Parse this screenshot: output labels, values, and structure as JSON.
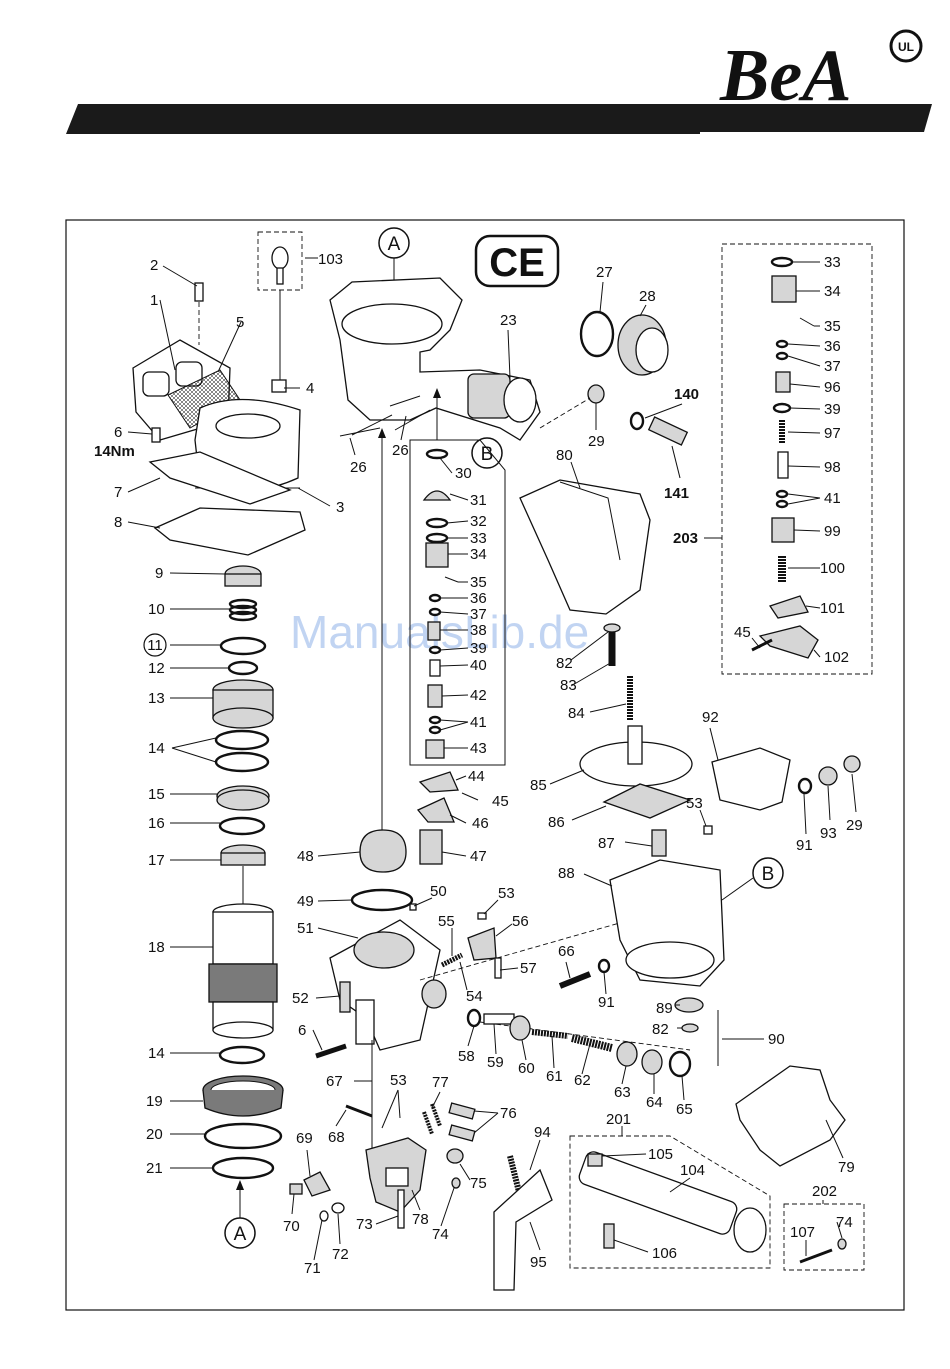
{
  "brand": {
    "logo_text": "BeA",
    "badge": "UL"
  },
  "watermark": "ManualsLib.de",
  "markers": {
    "a": "A",
    "b": "B",
    "ce": "CE"
  },
  "torque_note": "14Nm",
  "part_labels": {
    "p1": "1",
    "p2": "2",
    "p3": "3",
    "p4": "4",
    "p5": "5",
    "p6": "6",
    "p6b": "6",
    "p7": "7",
    "p8": "8",
    "p9": "9",
    "p10": "10",
    "p11": "11",
    "p12": "12",
    "p13": "13",
    "p14a": "14",
    "p14b": "14",
    "p15": "15",
    "p16": "16",
    "p17": "17",
    "p18": "18",
    "p19": "19",
    "p20": "20",
    "p21": "21",
    "p23": "23",
    "p26a": "26",
    "p26b": "26",
    "p27": "27",
    "p28": "28",
    "p29a": "29",
    "p29b": "29",
    "p30": "30",
    "p31": "31",
    "p32": "32",
    "p33a": "33",
    "p34a": "34",
    "p35a": "35",
    "p36a": "36",
    "p37a": "37",
    "p38": "38",
    "p39a": "39",
    "p40": "40",
    "p41a": "41",
    "p42": "42",
    "p43": "43",
    "p44": "44",
    "p45a": "45",
    "p46": "46",
    "p47": "47",
    "p48": "48",
    "p49": "49",
    "p50": "50",
    "p51": "51",
    "p52": "52",
    "p53a": "53",
    "p53b": "53",
    "p53c": "53",
    "p54": "54",
    "p55": "55",
    "p56": "56",
    "p57": "57",
    "p58": "58",
    "p59": "59",
    "p60": "60",
    "p61": "61",
    "p62": "62",
    "p63": "63",
    "p64": "64",
    "p65": "65",
    "p66": "66",
    "p67": "67",
    "p68": "68",
    "p69": "69",
    "p70": "70",
    "p71": "71",
    "p72": "72",
    "p73": "73",
    "p74a": "74",
    "p74b": "74",
    "p75": "75",
    "p76": "76",
    "p77": "77",
    "p78": "78",
    "p79": "79",
    "p80": "80",
    "p82a": "82",
    "p82b": "82",
    "p83": "83",
    "p84": "84",
    "p85": "85",
    "p86": "86",
    "p87": "87",
    "p88": "88",
    "p89": "89",
    "p90": "90",
    "p91a": "91",
    "p91b": "91",
    "p92": "92",
    "p93": "93",
    "p94": "94",
    "p95": "95",
    "p33b": "33",
    "p34b": "34",
    "p35b": "35",
    "p36b": "36",
    "p37b": "37",
    "p96": "96",
    "p39b": "39",
    "p97": "97",
    "p98": "98",
    "p41b": "41",
    "p99": "99",
    "p100": "100",
    "p101": "101",
    "p45b": "45",
    "p102": "102",
    "p103": "103",
    "p104": "104",
    "p105": "105",
    "p106": "106",
    "p107": "107",
    "p140": "140",
    "p141": "141",
    "p201": "201",
    "p202": "202",
    "p203": "203"
  }
}
